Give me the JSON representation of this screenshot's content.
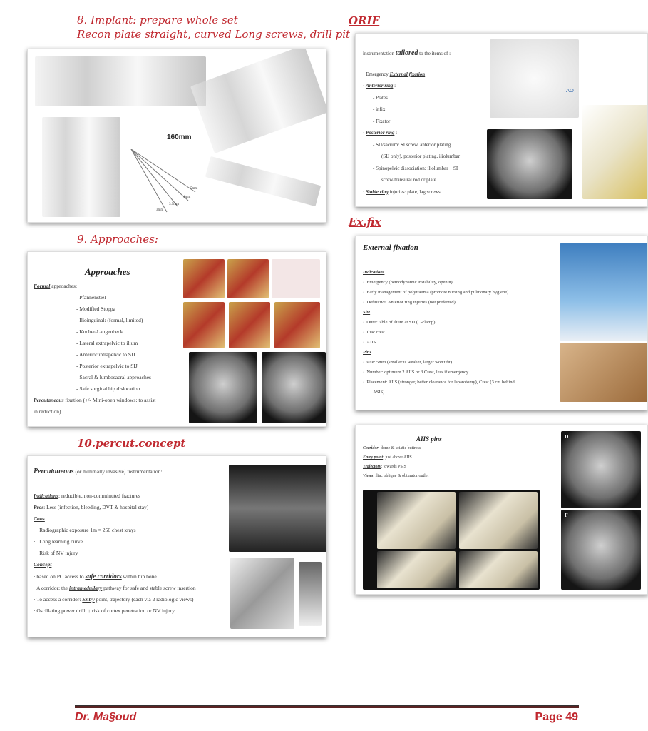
{
  "sections": {
    "implant_title": "8. Implant: prepare whole set",
    "implant_subtitle": "Recon plate straight, curved Long screws, drill pit",
    "approaches_title": "9. Approaches:",
    "percut_title": "10.percut.concept",
    "orif_title": "ORIF",
    "exfix_title": "Ex.fix"
  },
  "implant_slide": {
    "length_label": "160mm",
    "drill_labels": [
      "5mm",
      "4mm",
      "3.5mm",
      "3mm"
    ]
  },
  "approaches_slide": {
    "heading": "Approaches",
    "formal_label": "Formal",
    "formal_rest": " approaches:",
    "items": [
      "- Pfannenstiel",
      "- Modified Stoppa",
      "- Ilioinguinal: (formal, limited)",
      "- Kocher-Langenbeck",
      "- Lateral extrapelvic to ilium",
      "- Anterior intrapelvic to SIJ",
      "- Posterior extrapelvic to SIJ",
      "- Sacral & lumbosacral approaches",
      "- Safe surgical hip dislocation"
    ],
    "percut_label": "Percutaneous",
    "percut_rest": " fixation (+/- Mini-open windows: to assist",
    "percut_rest2": "in reduction)"
  },
  "percut_slide": {
    "heading": "Percutaneous",
    "heading_rest": " (or minimally invasive) instrumentation:",
    "indications_label": "Indications",
    "indications_text": ": reducible, non-comminuted fractures",
    "pros_label": "Pros",
    "pros_text": ": Less (infection, bleeding, DVT & hospital stay)",
    "cons_label": "Cons",
    "cons_items": [
      "Radiographic exposure 1m = 250 chest xrays",
      "Long learning curve",
      "Risk of NV injury"
    ],
    "concept_label": "Concept",
    "concept_items": [
      {
        "pre": "based on PC access to ",
        "em": "safe corridors",
        "post": " within hip bone"
      },
      {
        "pre": "A corridor: the ",
        "em": "intramedullary",
        "post": " pathway for safe and stable screw insertion"
      },
      {
        "pre": "To access a corridor: ",
        "em": "Entry",
        "post": " point, trajectory (each via 2 radiologic views)"
      },
      {
        "pre": "Oscillating power drill: ↓ risk of cortex penetration or NV injury",
        "em": "",
        "post": ""
      }
    ]
  },
  "orif_slide": {
    "intro_pre": "instrumentation ",
    "intro_em": "tailored",
    "intro_post": " to the items of :",
    "lines": [
      {
        "level": 0,
        "pre": "Emergency ",
        "em": "External fixation",
        "post": ""
      },
      {
        "level": 0,
        "pre": "",
        "em": "Anterior ring",
        "post": " :"
      },
      {
        "level": 1,
        "pre": "Plates",
        "em": "",
        "post": ""
      },
      {
        "level": 1,
        "pre": "infix",
        "em": "",
        "post": ""
      },
      {
        "level": 1,
        "pre": "Fixator",
        "em": "",
        "post": ""
      },
      {
        "level": 0,
        "pre": "",
        "em": "Posterior ring",
        "post": " :"
      },
      {
        "level": 1,
        "pre": "SIJ/sacrum: SI screw, anterior plating",
        "em": "",
        "post": ""
      },
      {
        "level": 2,
        "pre": "(SIJ only), posterior plating, iliolumbar",
        "em": "",
        "post": ""
      },
      {
        "level": 1,
        "pre": "Spinopelvic dissociation: iliolumbar + SI",
        "em": "",
        "post": ""
      },
      {
        "level": 2,
        "pre": "screw/transilial rod or plate",
        "em": "",
        "post": ""
      },
      {
        "level": 0,
        "pre": "",
        "em": "Stable ring",
        "post": " injuries: plate, lag screws"
      }
    ],
    "ao_label": "AO"
  },
  "exfix_slide": {
    "heading": "External fixation",
    "indications_label": "Indications",
    "indications": [
      "Emergency (hemodynamic instability, open #)",
      "Early management of polytrauma (promote nursing and pulmonary hygiene)",
      "Definitive: Anterior ring injuries (not preferred)"
    ],
    "site_label": "Site",
    "site": [
      "Outer table of ilium at SIJ (C-clamp)",
      "Iliac crest",
      "AIIS"
    ],
    "pins_label": "Pins",
    "pins": [
      "size: 5mm (smaller is weaker, larger won't fit)",
      "Number: optimum 2 AIIS or 3 Crest, less if emergency",
      "Placement: AIIS (stronger, better clearance for laparotomy), Crest (3 cm behind"
    ],
    "pins_cont": "ASIS)"
  },
  "aiis_slide": {
    "heading": "AIIS pins",
    "rows": [
      {
        "label": "Corridor",
        "text": ": dome & sciatic buttress"
      },
      {
        "label": "Entry point",
        "text": ": just above AIIS"
      },
      {
        "label": "Trajectory",
        "text": ": towards PSIS"
      },
      {
        "label": "Views",
        "text": ": iliac oblique & obturator outlet"
      }
    ],
    "panel_labels": [
      "D",
      "F"
    ]
  },
  "footer": {
    "author": "Dr. Ma§oud",
    "page": "Page 49"
  },
  "colors": {
    "accent": "#c0282f",
    "rule": "#5a2424"
  }
}
